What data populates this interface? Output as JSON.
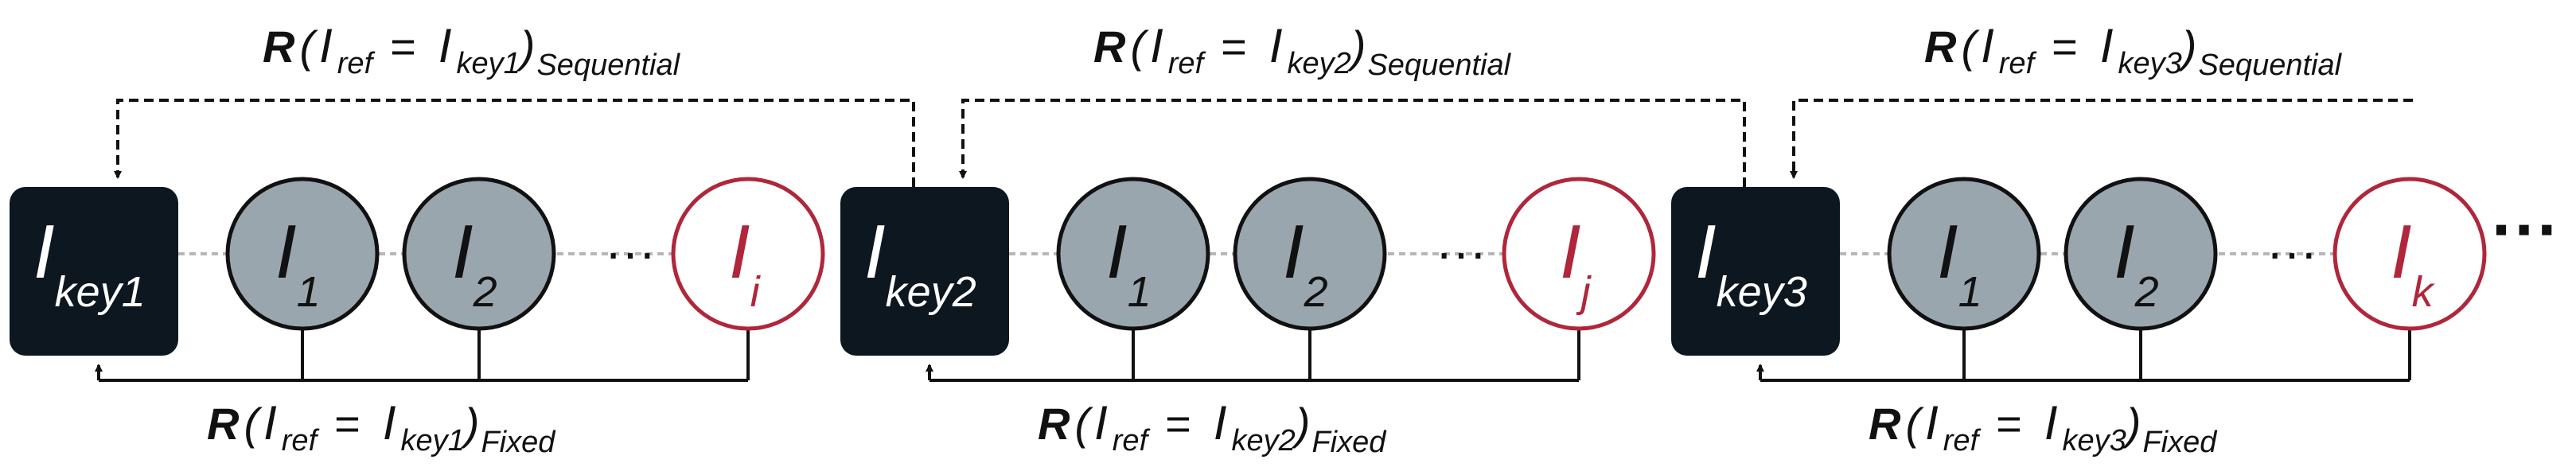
{
  "colors": {
    "key_fill": "#0c1720",
    "frame_fill": "#9aa6ad",
    "target_stroke": "#b0263a",
    "target_text": "#b0263a",
    "line": "#111111",
    "chain_line": "#b7b7b7"
  },
  "groups": [
    {
      "key": {
        "main": "I",
        "sub": "key1"
      },
      "frames": [
        {
          "main": "I",
          "sub": "1"
        },
        {
          "main": "I",
          "sub": "2"
        }
      ],
      "ellipsis": "···",
      "target": {
        "main": "I",
        "sub": "i"
      },
      "sequential_label": {
        "R": "R",
        "open": "(",
        "I1": "I",
        "ref": "ref",
        "eq": "=",
        "I2": "I",
        "key": "key1",
        "close": ")",
        "mode": "Sequential"
      },
      "fixed_label": {
        "R": "R",
        "open": "(",
        "I1": "I",
        "ref": "ref",
        "eq": "=",
        "I2": "I",
        "key": "key1",
        "close": ")",
        "mode": "Fixed"
      }
    },
    {
      "key": {
        "main": "I",
        "sub": "key2"
      },
      "frames": [
        {
          "main": "I",
          "sub": "1"
        },
        {
          "main": "I",
          "sub": "2"
        }
      ],
      "ellipsis": "···",
      "target": {
        "main": "I",
        "sub": "j"
      },
      "sequential_label": {
        "R": "R",
        "open": "(",
        "I1": "I",
        "ref": "ref",
        "eq": "=",
        "I2": "I",
        "key": "key2",
        "close": ")",
        "mode": "Sequential"
      },
      "fixed_label": {
        "R": "R",
        "open": "(",
        "I1": "I",
        "ref": "ref",
        "eq": "=",
        "I2": "I",
        "key": "key2",
        "close": ")",
        "mode": "Fixed"
      }
    },
    {
      "key": {
        "main": "I",
        "sub": "key3"
      },
      "frames": [
        {
          "main": "I",
          "sub": "1"
        },
        {
          "main": "I",
          "sub": "2"
        }
      ],
      "ellipsis": "···",
      "target": {
        "main": "I",
        "sub": "k"
      },
      "sequential_label": {
        "R": "R",
        "open": "(",
        "I1": "I",
        "ref": "ref",
        "eq": "=",
        "I2": "I",
        "key": "key3",
        "close": ")",
        "mode": "Sequential"
      },
      "fixed_label": {
        "R": "R",
        "open": "(",
        "I1": "I",
        "ref": "ref",
        "eq": "=",
        "I2": "I",
        "key": "key3",
        "close": ")",
        "mode": "Fixed"
      }
    }
  ],
  "trailing_ellipsis": "···"
}
